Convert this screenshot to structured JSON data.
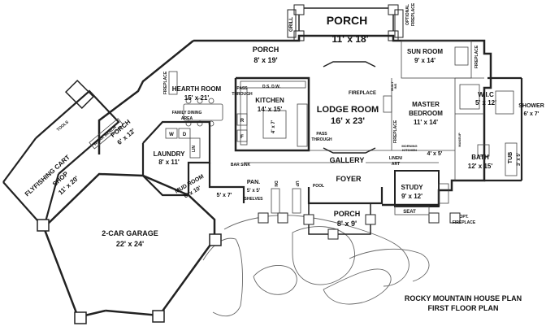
{
  "plan": {
    "name": "ROCKY MOUNTAIN HOUSE PLAN",
    "level": "FIRST FLOOR PLAN"
  },
  "rooms": {
    "porch_top": {
      "name": "PORCH",
      "size": "11' x 18'"
    },
    "porch_left": {
      "name": "PORCH",
      "size": "8' x 19'"
    },
    "sun_room": {
      "name": "SUN ROOM",
      "size": "9' x 14'"
    },
    "hearth_room": {
      "name": "HEARTH ROOM",
      "size": "15' x 21'"
    },
    "kitchen": {
      "name": "KITCHEN",
      "size": "14' x 15'"
    },
    "lodge_room": {
      "name": "LODGE ROOM",
      "size": "16' x 23'"
    },
    "master_bedroom": {
      "name": "MASTER BEDROOM",
      "size": "11' x 14'"
    },
    "wic": {
      "name": "W.I.C",
      "size": "5' x 12'"
    },
    "shower": {
      "name": "SHOWER",
      "size": "6' x 7'"
    },
    "bath": {
      "name": "BATH",
      "size": "12' x 15'"
    },
    "tub": {
      "name": "TUB",
      "size": "3' x 5'"
    },
    "porch_side": {
      "name": "PORCH",
      "size": "6' x 12'"
    },
    "laundry": {
      "name": "LAUNDRY",
      "size": "8' x 11'"
    },
    "mud_room": {
      "name": "MUD ROOM",
      "size": "6' x 10'"
    },
    "flyfishing": {
      "name": "FLYFISHING CART SHOP",
      "size": "11' x 20'"
    },
    "garage": {
      "name": "2-CAR GARAGE",
      "size": "22' x 24'"
    },
    "foyer": {
      "name": "FOYER",
      "size": ""
    },
    "porch_front": {
      "name": "PORCH",
      "size": "8' x 9'"
    },
    "study": {
      "name": "STUDY",
      "size": "9' x 12'"
    },
    "gallery": {
      "name": "GALLERY",
      "size": ""
    },
    "pantry": {
      "name": "PAN.",
      "size": "5' x 5'"
    },
    "closet": {
      "name": "",
      "size": "5' x 7'"
    },
    "island": {
      "name": "",
      "size": "4' x 7'"
    },
    "closet_study": {
      "name": "",
      "size": "4' x 5'"
    }
  },
  "notes": {
    "grill": "GRILL",
    "optional_fireplace": "OPTIONAL FIREPLACE",
    "fireplace_sun": "FIREPLACE",
    "fireplace_hearth": "FIREPLACE",
    "fireplace_lodge": "FIREPLACE",
    "fireplace_master": "FIREPLACE",
    "pass_through_k": "PASS THROUGH",
    "pass_through_l": "PASS THROUGH",
    "ds_dw": "D.S. D.W.",
    "family_dining": "FAMILY DINING AREA",
    "built_ins": "BUILT INS",
    "morning_kitchen": "MORNING KITCHEN",
    "linen_art": "LINEN/ ART",
    "makeup": "MAKEUP",
    "tools": "TOOLS",
    "work_bench": "WORK BENCH",
    "bar_sink": "BAR SINK",
    "shelves": "SHELVES",
    "pool": "POOL",
    "seat": "SEAT",
    "opt_fireplace": "OPT. FIREPLACE",
    "dn": "DN",
    "up": "UP",
    "w": "W",
    "d": "D",
    "lin": "LIN",
    "r": "R",
    "f": "F"
  }
}
